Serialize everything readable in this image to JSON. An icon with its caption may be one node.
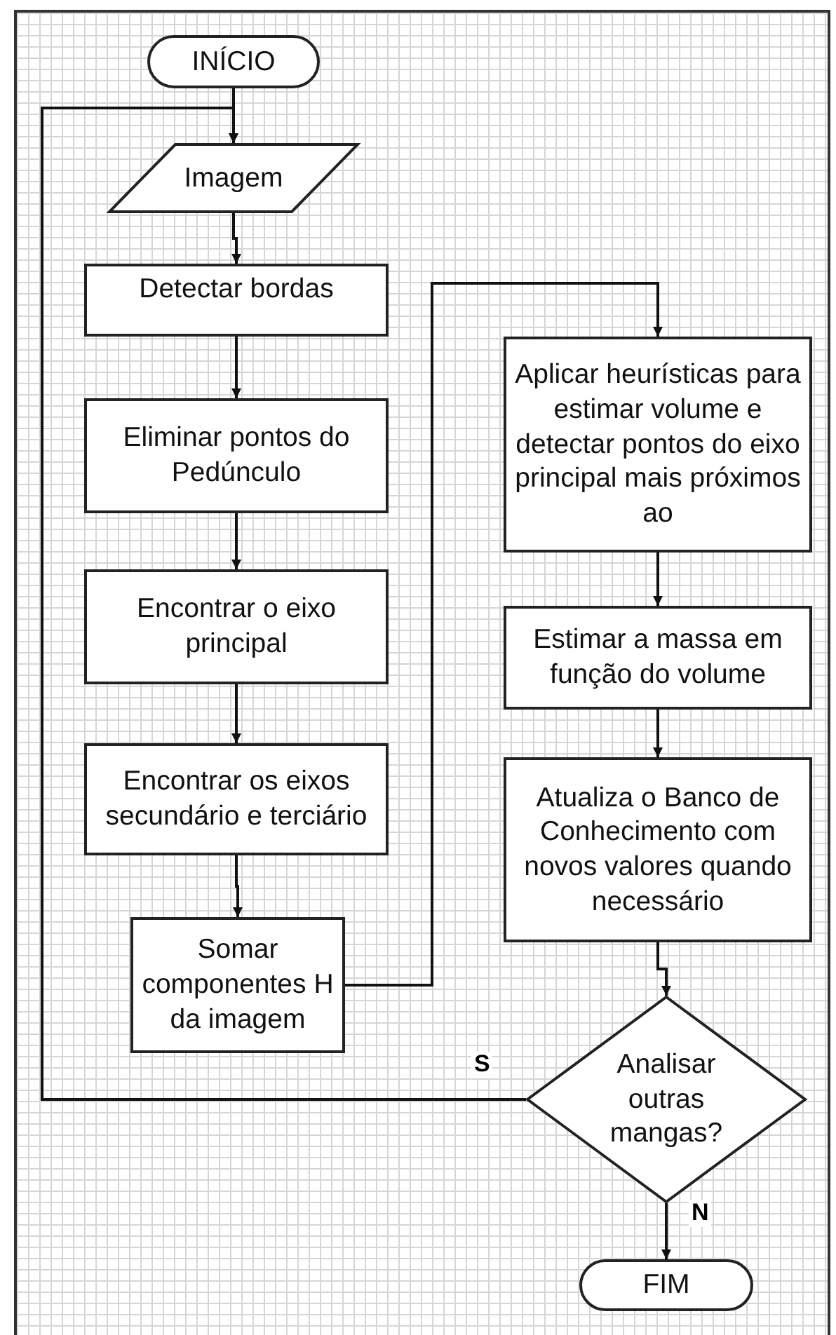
{
  "diagram": {
    "nodes": [
      {
        "text": [
          "INÍCIO"
        ]
      },
      {
        "text": [
          "Imagem"
        ]
      },
      {
        "text": [
          "Detectar bordas"
        ]
      },
      {
        "text": [
          "Eliminar pontos do Pedúnculo"
        ]
      },
      {
        "text": [
          "Encontrar o eixo principal"
        ]
      },
      {
        "text": [
          "Encontrar os eixos secundário e terciário"
        ]
      },
      {
        "text": [
          "Somar componentes H da imagem"
        ]
      },
      {
        "text": [
          "Aplicar heurísticas para estimar volume e detectar pontos do eixo principal mais próximos ao"
        ]
      },
      {
        "text": [
          "Estimar a massa em função do volume"
        ]
      },
      {
        "text": [
          "Atualiza o Banco de Conhecimento com novos valores quando necessário"
        ]
      },
      {
        "text": [
          "Analisar outras mangas?"
        ]
      },
      {
        "text": [
          "FIM"
        ]
      }
    ],
    "edges": [
      {
        "from": 0,
        "to": 1,
        "arrow": "to"
      },
      {
        "from": 1,
        "to": 2,
        "arrow": "to"
      },
      {
        "from": 2,
        "to": 3,
        "arrow": "to"
      },
      {
        "from": 3,
        "to": 4,
        "arrow": "to"
      },
      {
        "from": 4,
        "to": 5,
        "arrow": "to"
      },
      {
        "from": 5,
        "to": 6,
        "arrow": "to"
      },
      {
        "from": 6,
        "to": 7,
        "arrow": "to"
      },
      {
        "from": 7,
        "to": 8,
        "arrow": "to"
      },
      {
        "from": 8,
        "to": 9,
        "arrow": "to"
      },
      {
        "from": 9,
        "to": 10,
        "arrow": "to"
      },
      {
        "from": 10,
        "to": 11,
        "label": "N",
        "arrow": "to"
      },
      {
        "from": 10,
        "to": 1,
        "label": "S",
        "arrow": "to"
      }
    ]
  }
}
